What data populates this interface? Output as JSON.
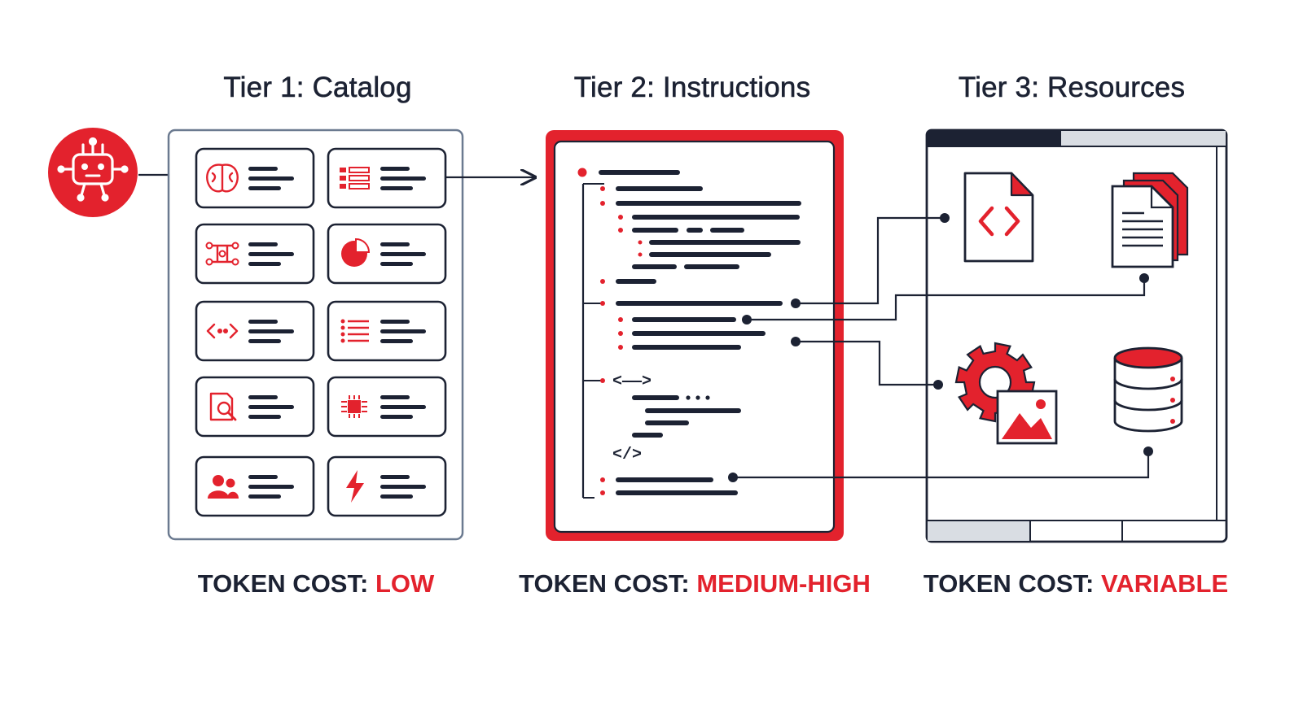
{
  "tiers": [
    {
      "title": "Tier 1: Catalog",
      "cost_label": "TOKEN COST:",
      "cost_value": "LOW"
    },
    {
      "title": "Tier 2: Instructions",
      "cost_label": "TOKEN COST:",
      "cost_value": "MEDIUM-HIGH"
    },
    {
      "title": "Tier 3: Resources",
      "cost_label": "TOKEN COST:",
      "cost_value": "VARIABLE"
    }
  ],
  "instructions": {
    "tag_open": "<——>",
    "tag_close": "</>"
  },
  "catalog_icons": [
    "brain-icon",
    "list-icon",
    "circuit-icon",
    "pie-chart-icon",
    "code-brackets-icon",
    "checklist-icon",
    "document-search-icon",
    "chip-icon",
    "users-icon",
    "lightning-icon"
  ],
  "resource_icons": [
    "code-file-icon",
    "document-stack-icon",
    "gear-image-icon",
    "database-icon"
  ],
  "colors": {
    "accent": "#e3222d",
    "ink": "#1c2233",
    "frame": "#6b7280"
  }
}
